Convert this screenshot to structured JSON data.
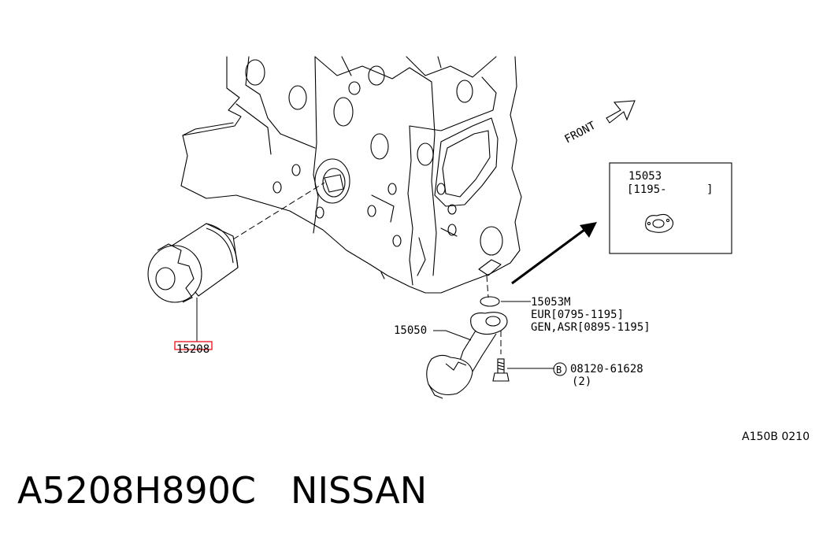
{
  "diagram": {
    "front_label": "FRONT",
    "inset_part": "15053",
    "inset_range": "[1195-      ]",
    "callouts": {
      "oil_filter": "15208",
      "o_ring": "15053M",
      "o_ring_note_1": "EUR[0795-1195]",
      "o_ring_note_2": "GEN,ASR[0895-1195]",
      "strainer": "15050",
      "bolt_marker": "B",
      "bolt": "08120-61628",
      "bolt_qty": "(2)"
    },
    "reference_code": "A150B 0210",
    "highlight_color": "#e8202a"
  },
  "footer": {
    "part_number": "A5208H890C",
    "brand": "NISSAN"
  }
}
